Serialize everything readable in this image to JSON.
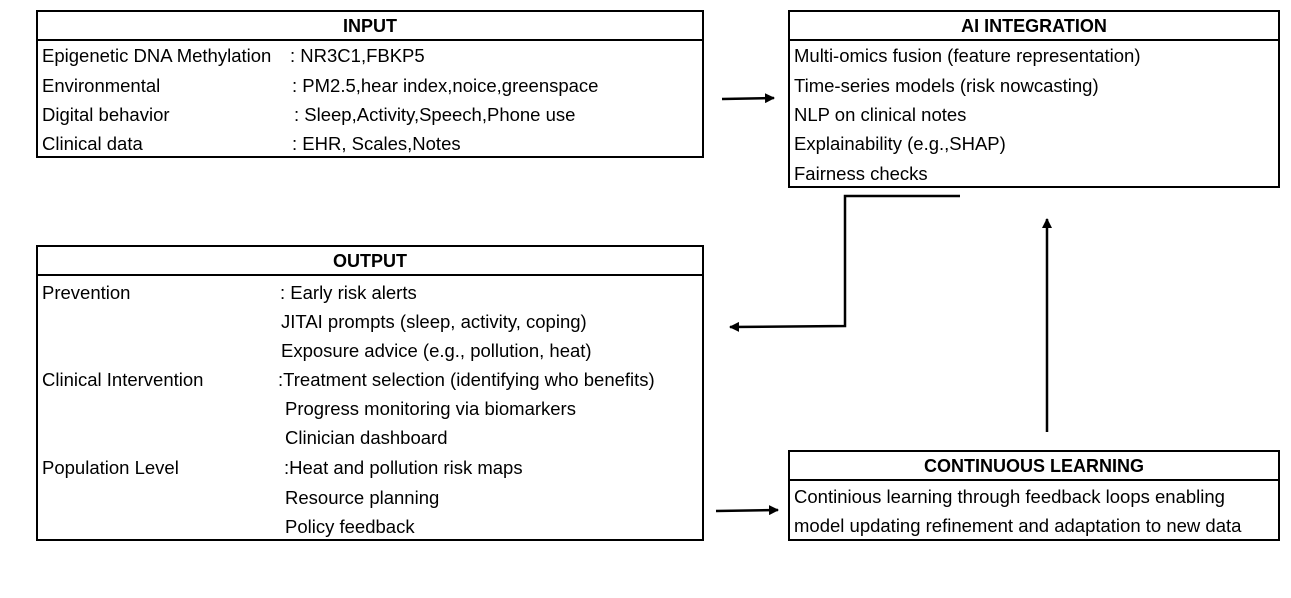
{
  "input": {
    "title": "INPUT",
    "rows": [
      {
        "label": "Epigenetic DNA Methylation",
        "value": ": NR3C1,FBKP5"
      },
      {
        "label": "Environmental",
        "value": ": PM2.5,hear index,noice,greenspace"
      },
      {
        "label": "Digital behavior",
        "value": ": Sleep,Activity,Speech,Phone use"
      },
      {
        "label": "Clinical data",
        "value": ": EHR, Scales,Notes"
      }
    ]
  },
  "ai_integration": {
    "title": "AI INTEGRATION",
    "items": [
      "Multi-omics fusion (feature representation)",
      "Time-series models (risk nowcasting)",
      "NLP on clinical notes",
      "Explainability (e.g.,SHAP)",
      "Fairness checks"
    ]
  },
  "output": {
    "title": "OUTPUT",
    "groups": [
      {
        "label": "Prevention",
        "items": [
          ": Early risk alerts",
          "JITAI prompts (sleep, activity, coping)",
          "Exposure advice (e.g., pollution, heat)"
        ]
      },
      {
        "label": "Clinical Intervention",
        "items": [
          ":Treatment selection (identifying who benefits)",
          "Progress monitoring via biomarkers",
          "Clinician dashboard"
        ]
      },
      {
        "label": "Population Level",
        "items": [
          ":Heat and pollution risk maps",
          "Resource planning",
          "Policy feedback"
        ]
      }
    ]
  },
  "continuous_learning": {
    "title": "CONTINUOUS LEARNING",
    "lines": [
      "Continious learning through feedback loops enabling",
      "model updating refinement and adaptation to new data"
    ]
  }
}
